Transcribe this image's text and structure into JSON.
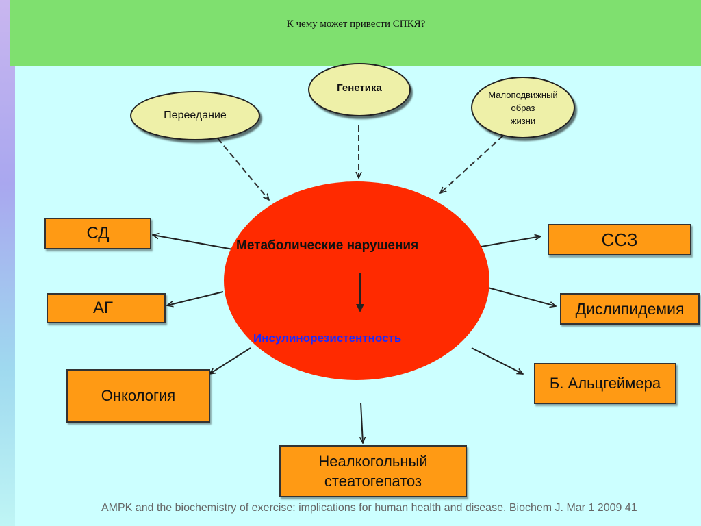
{
  "slide": {
    "title": "К чему может привести СПКЯ?",
    "causes": {
      "genetics": "Генетика",
      "overeating": "Переедание",
      "sedentary": [
        "Малоподвижный",
        "образ",
        "жизни"
      ]
    },
    "center": {
      "metabolic": "Метаболические нарушения",
      "insulin": "Инсулинорезистентность"
    },
    "outcomes": {
      "sd": "СД",
      "ag": "АГ",
      "oncology": "Онкология",
      "ssz": "ССЗ",
      "dyslipidemia": "Дислипидемия",
      "alzheimer": "Б. Альцгеймера",
      "nafld": [
        "Неалкогольный",
        "стеатогепатоз"
      ]
    },
    "footer": "AMPK and the biochemistry of exercise: implications for human health and disease. Biochem J. Mar 1 2009 41"
  },
  "colors": {
    "header": "#7fe06f",
    "background": "#ccffff",
    "circle": "#ff2a00",
    "outcome_box": "#ff9a14",
    "cause_oval": "#eef0a8",
    "insulin_text": "#1a2cff"
  }
}
